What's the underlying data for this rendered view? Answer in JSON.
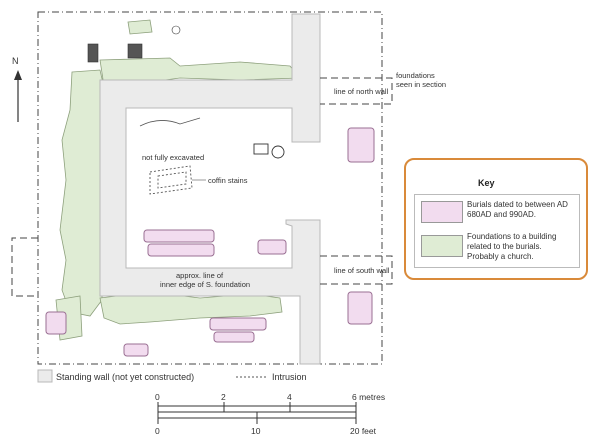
{
  "colors": {
    "burial_fill": "#f2dcef",
    "burial_stroke": "#9a6f93",
    "foundation_fill": "#dfecd4",
    "foundation_stroke": "#8da07c",
    "wall_fill": "#ebebeb",
    "key_border": "#d98a3a"
  },
  "north": {
    "letter": "N"
  },
  "labels": {
    "foundations_section": [
      "foundations",
      "seen in section"
    ],
    "north_wall": "line of north wall",
    "south_wall": "line of south wall",
    "not_excavated": "not fully excavated",
    "coffin": "coffin stains",
    "inner_edge": [
      "approx. line of",
      "inner edge of S. foundation"
    ]
  },
  "legend": {
    "standing_wall": "Standing wall (not yet constructed)",
    "intrusion": "Intrusion"
  },
  "scale": {
    "metres_ticks": [
      "0",
      "2",
      "4",
      "6 metres"
    ],
    "feet_ticks": [
      "0",
      "10",
      "20 feet"
    ]
  },
  "key": {
    "title": "Key",
    "items": [
      {
        "text": "Burials dated to between AD 680AD and 990AD."
      },
      {
        "text": "Foundations to a building related to the burials. Probably a church."
      }
    ]
  }
}
